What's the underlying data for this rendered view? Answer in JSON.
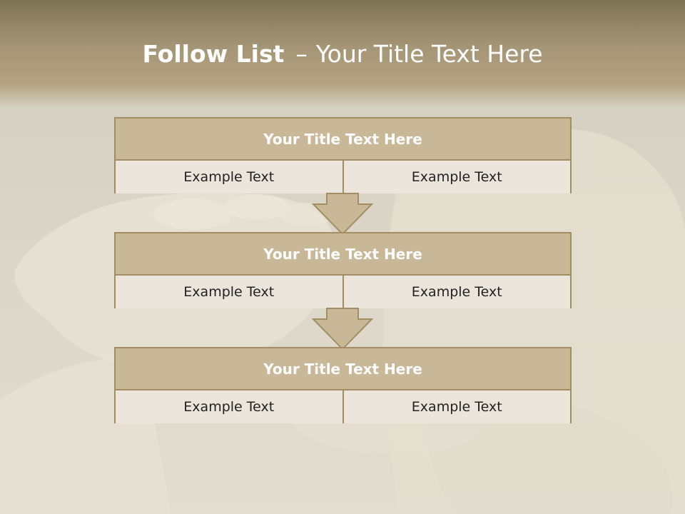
{
  "slide": {
    "title_bold": "Follow List",
    "title_separator": "–",
    "title_rest": "Your Title Text Here"
  },
  "blocks": [
    {
      "header": "Your Title Text Here",
      "cells": [
        "Example Text",
        "Example Text"
      ]
    },
    {
      "header": "Your Title Text Here",
      "cells": [
        "Example Text",
        "Example Text"
      ]
    },
    {
      "header": "Your Title Text Here",
      "cells": [
        "Example Text",
        "Example Text"
      ]
    }
  ],
  "colors": {
    "header_band": "#a59677",
    "block_header": "#c9b898",
    "block_cell": "#ebe5db",
    "border": "#a38e64"
  }
}
